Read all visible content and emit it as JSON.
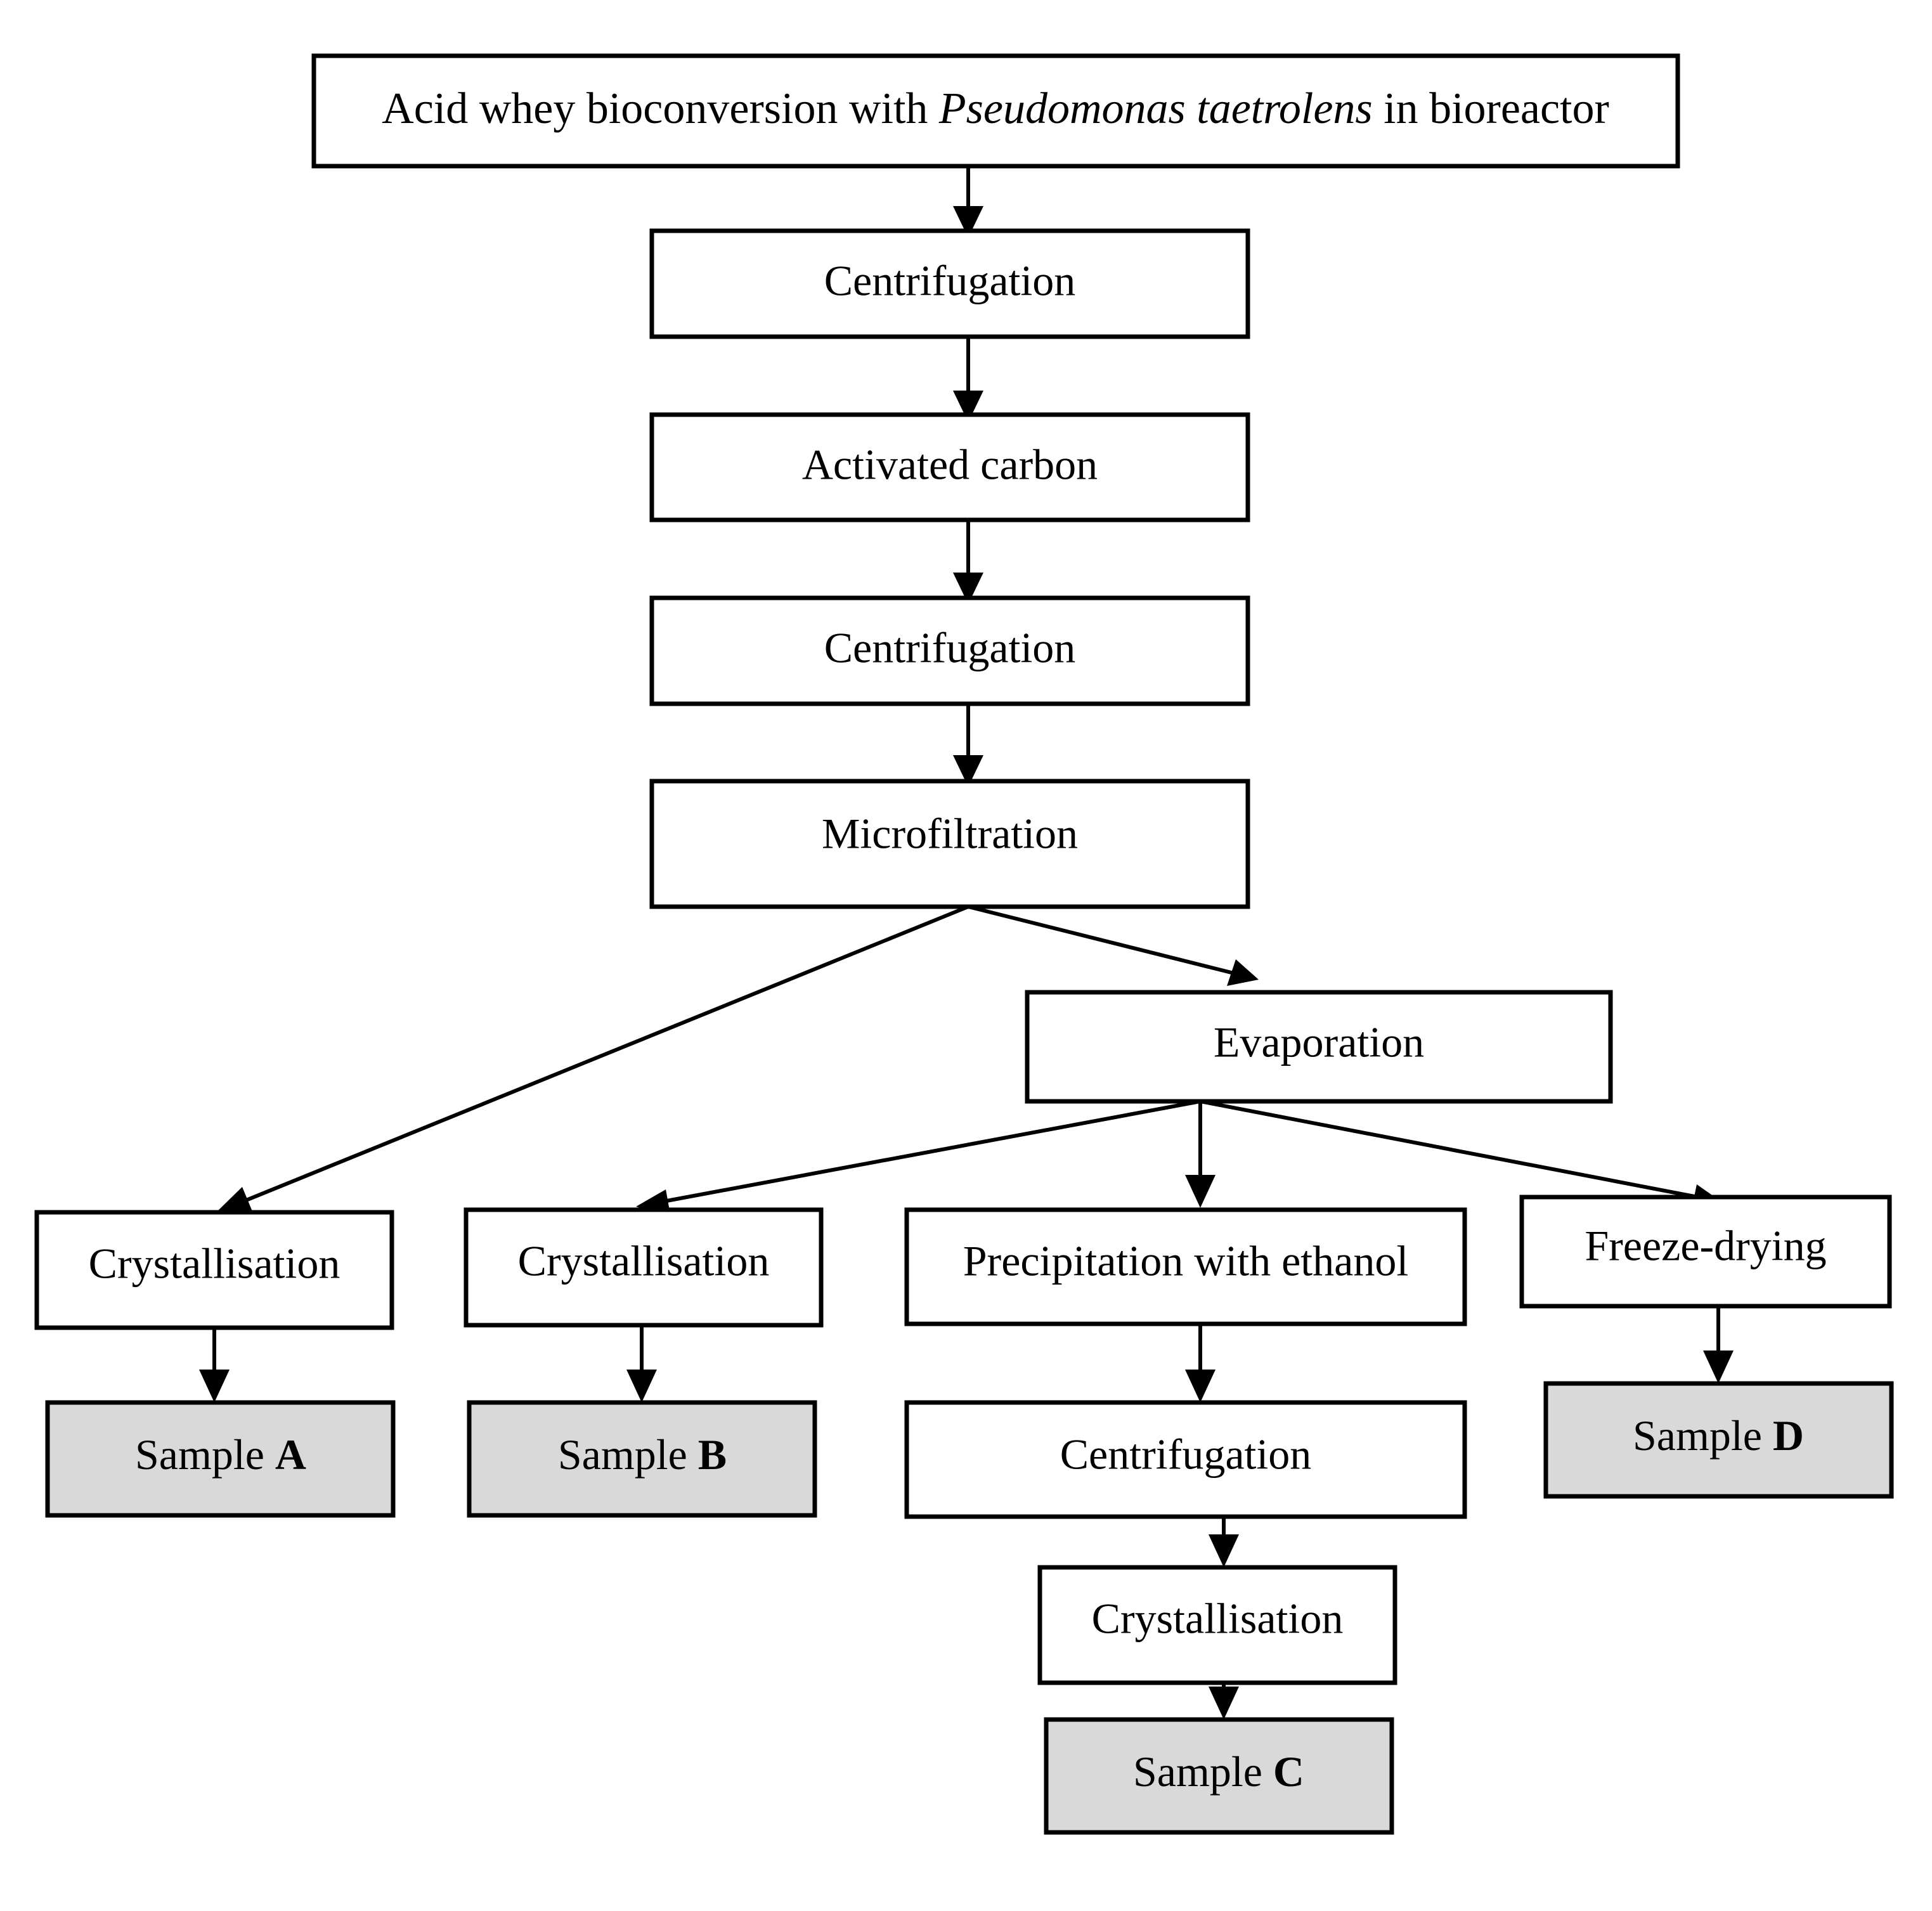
{
  "diagram": {
    "type": "process-flowchart",
    "title_text_parts": {
      "before": "Acid whey bioconversion with ",
      "italic": "Pseudomonas taetrolens",
      "after": " in bioreactor"
    },
    "colors": {
      "background": "#ffffff",
      "box_stroke": "#000000",
      "box_fill": "#ffffff",
      "sample_fill": "#d9d9d9",
      "arrow": "#000000"
    },
    "nodes": [
      {
        "id": "n1",
        "label": "Acid whey bioconversion with Pseudomonas taetrolens in bioreactor",
        "kind": "process"
      },
      {
        "id": "n2",
        "label": "Centrifugation",
        "kind": "process"
      },
      {
        "id": "n3",
        "label": "Activated carbon",
        "kind": "process"
      },
      {
        "id": "n4",
        "label": "Centrifugation",
        "kind": "process"
      },
      {
        "id": "n5",
        "label": "Microfiltration",
        "kind": "process"
      },
      {
        "id": "n6",
        "label": "Evaporation",
        "kind": "process"
      },
      {
        "id": "n7",
        "label": "Crystallisation",
        "kind": "process"
      },
      {
        "id": "n8",
        "label": "Crystallisation",
        "kind": "process"
      },
      {
        "id": "n9",
        "label": "Precipitation with ethanol",
        "kind": "process"
      },
      {
        "id": "n10",
        "label": "Freeze-drying",
        "kind": "process"
      },
      {
        "id": "n11",
        "label": "Sample A",
        "label_plain": "Sample ",
        "label_bold": "A",
        "kind": "sample"
      },
      {
        "id": "n12",
        "label": "Sample B",
        "label_plain": "Sample ",
        "label_bold": "B",
        "kind": "sample"
      },
      {
        "id": "n13",
        "label": "Centrifugation",
        "kind": "process"
      },
      {
        "id": "n14",
        "label": "Sample D",
        "label_plain": "Sample ",
        "label_bold": "D",
        "kind": "sample"
      },
      {
        "id": "n15",
        "label": "Crystallisation",
        "kind": "process"
      },
      {
        "id": "n16",
        "label": "Sample C",
        "label_plain": "Sample ",
        "label_bold": "C",
        "kind": "sample"
      }
    ],
    "edges": [
      {
        "from": "n1",
        "to": "n2",
        "style": "straight-down"
      },
      {
        "from": "n2",
        "to": "n3",
        "style": "straight-down"
      },
      {
        "from": "n3",
        "to": "n4",
        "style": "straight-down"
      },
      {
        "from": "n4",
        "to": "n5",
        "style": "straight-down"
      },
      {
        "from": "n5",
        "to": "n7",
        "style": "diagonal-left"
      },
      {
        "from": "n5",
        "to": "n6",
        "style": "diagonal-right"
      },
      {
        "from": "n6",
        "to": "n8",
        "style": "diagonal-left"
      },
      {
        "from": "n6",
        "to": "n9",
        "style": "straight-down"
      },
      {
        "from": "n6",
        "to": "n10",
        "style": "diagonal-right"
      },
      {
        "from": "n7",
        "to": "n11",
        "style": "straight-down"
      },
      {
        "from": "n8",
        "to": "n12",
        "style": "straight-down"
      },
      {
        "from": "n9",
        "to": "n13",
        "style": "straight-down"
      },
      {
        "from": "n10",
        "to": "n14",
        "style": "straight-down"
      },
      {
        "from": "n13",
        "to": "n15",
        "style": "straight-down"
      },
      {
        "from": "n15",
        "to": "n16",
        "style": "straight-down"
      }
    ]
  }
}
